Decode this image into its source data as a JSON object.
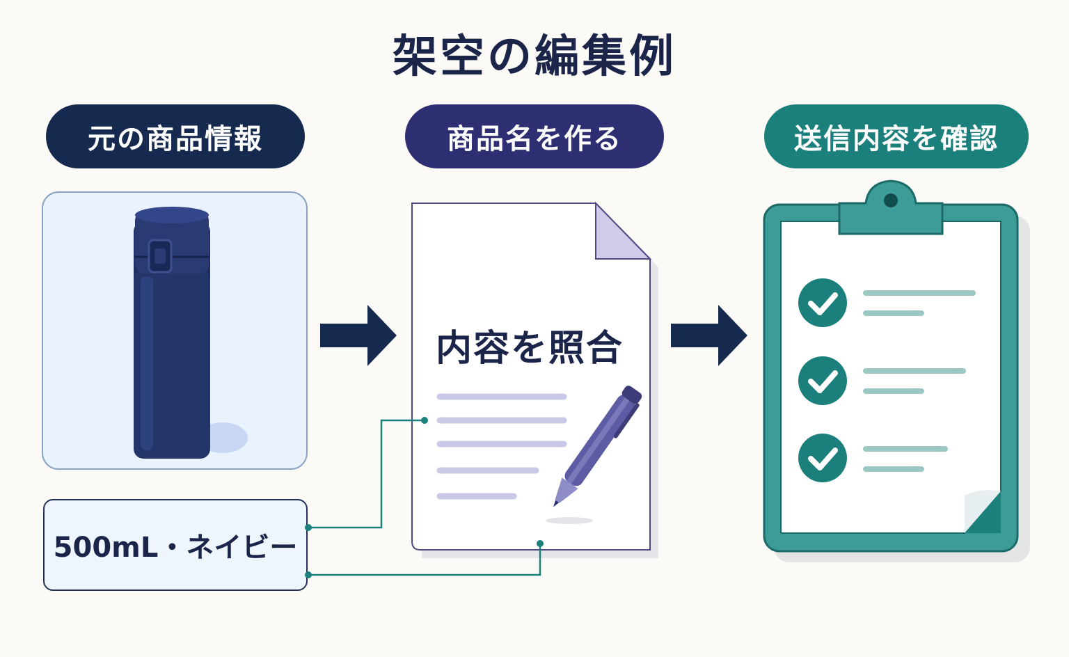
{
  "title": "架空の編集例",
  "steps": [
    {
      "label": "元の商品情報"
    },
    {
      "label": "商品名を作る"
    },
    {
      "label": "送信内容を確認"
    }
  ],
  "product": {
    "spec": "500mL・ネイビー"
  },
  "document": {
    "label": "内容を照合"
  },
  "colors": {
    "navy": "#162a4f",
    "indigo": "#2e2f73",
    "teal": "#1b807b",
    "background": "#fbfaf6"
  }
}
